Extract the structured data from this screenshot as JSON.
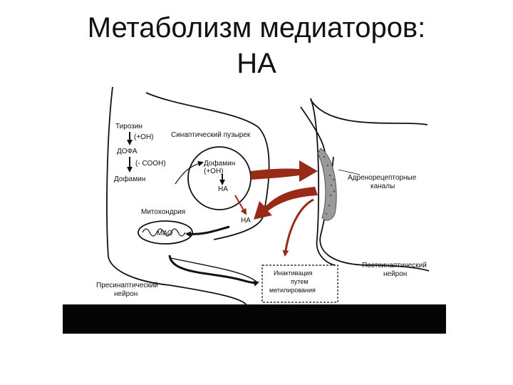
{
  "slide": {
    "title_line1": "Метаболизм медиаторов:",
    "title_line2": "НА"
  },
  "diagram": {
    "labels": {
      "tyrosine": "Тирозин",
      "oh1": "(+ОН)",
      "dopa": "ДОФА",
      "cooh": "(- СООН)",
      "dopamine_left": "Дофамин",
      "vesicle": "Синаптический пузырек",
      "dopamine_vesicle": "Дофамин",
      "oh2": "(+ОН)",
      "na_vesicle": "НА",
      "na_out": "НА",
      "mitochondria": "Митохондрия",
      "mao": "МАО",
      "receptor_line1": "Адренорецепторные",
      "receptor_line2": "каналы",
      "post_line1": "Постсинаптический",
      "post_line2": "нейрон",
      "pre_line1": "Пресинаптический",
      "pre_line2": "нейрон",
      "inact_line1": "Инактивация",
      "inact_line2": "путем",
      "inact_line3": "метилирования"
    },
    "colors": {
      "arrow_red": "#9a2a18",
      "stroke": "#111111",
      "band": "#050505"
    }
  }
}
